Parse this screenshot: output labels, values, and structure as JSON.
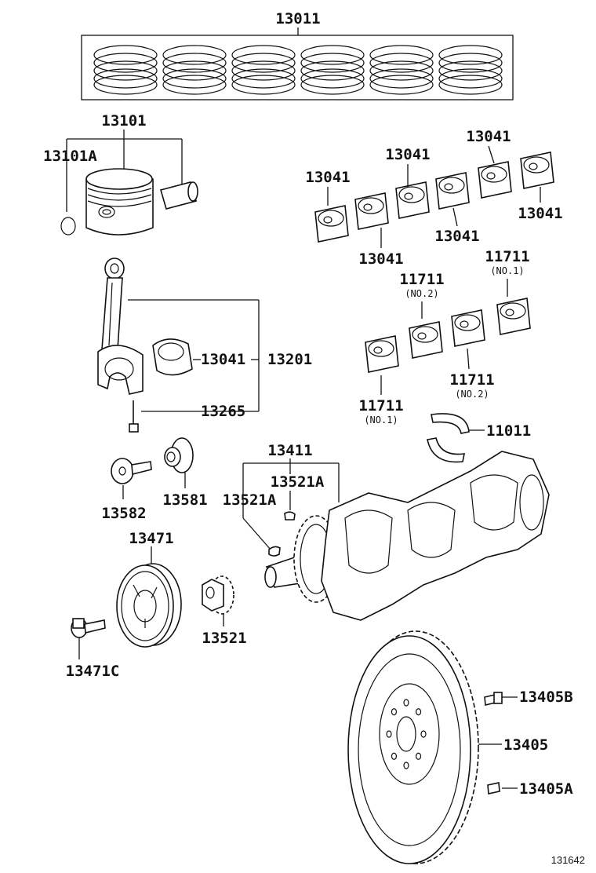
{
  "diagram": {
    "reference_number": "131642",
    "parts": {
      "ring_set": "13011",
      "piston": "13101",
      "snap_ring": "13101A",
      "bearing_a1": "13041",
      "bearing_a2": "13041",
      "bearing_a3": "13041",
      "bearing_a4": "13041",
      "bearing_a5": "13041",
      "bearing_a6": "13041",
      "conrod_bearing": "13041",
      "conrod": "13201",
      "conrod_bolt": "13265",
      "main_bearing_no1_top": "11711",
      "main_bearing_no1_top_sub": "(NO.1)",
      "main_bearing_no2_top": "11711",
      "main_bearing_no2_top_sub": "(NO.2)",
      "main_bearing_no2_bottom": "11711",
      "main_bearing_no2_bottom_sub": "(NO.2)",
      "main_bearing_no1_bottom": "11711",
      "main_bearing_no1_bottom_sub": "(NO.1)",
      "thrust_washer": "11011",
      "crankshaft": "13411",
      "key_upper": "13521A",
      "key_lower": "13521A",
      "bolt_13582": "13582",
      "bushing_13581": "13581",
      "pulley": "13471",
      "pulley_bolt": "13471C",
      "timing_gear": "13521",
      "flywheel_bolt": "13405B",
      "flywheel": "13405",
      "flywheel_pin": "13405A"
    }
  }
}
